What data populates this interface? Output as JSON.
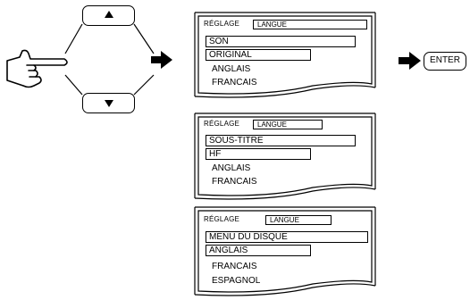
{
  "up_key": {
    "icon": "triangle-up-icon"
  },
  "down_key": {
    "icon": "triangle-down-icon"
  },
  "hand": {
    "icon": "pointing-hand-icon"
  },
  "enter_label": "ENTER",
  "panels": [
    {
      "header_label": "RÉGLAGE",
      "header_box": "LANGUE",
      "category": "SON",
      "selected": "ORIGINAL",
      "options": [
        "ANGLAIS",
        "FRANCAIS"
      ]
    },
    {
      "header_label": "RÉGLAGE",
      "header_box": "LANGUE",
      "category": "SOUS-TITRE",
      "selected": "HF",
      "options": [
        "ANGLAIS",
        "FRANCAIS"
      ]
    },
    {
      "header_label": "RÉGLAGE",
      "header_box": "LANGUE",
      "category": "MENU DU DISQUE",
      "selected": "ANGLAIS",
      "options": [
        "FRANCAIS",
        "ESPAGNOL"
      ]
    }
  ]
}
